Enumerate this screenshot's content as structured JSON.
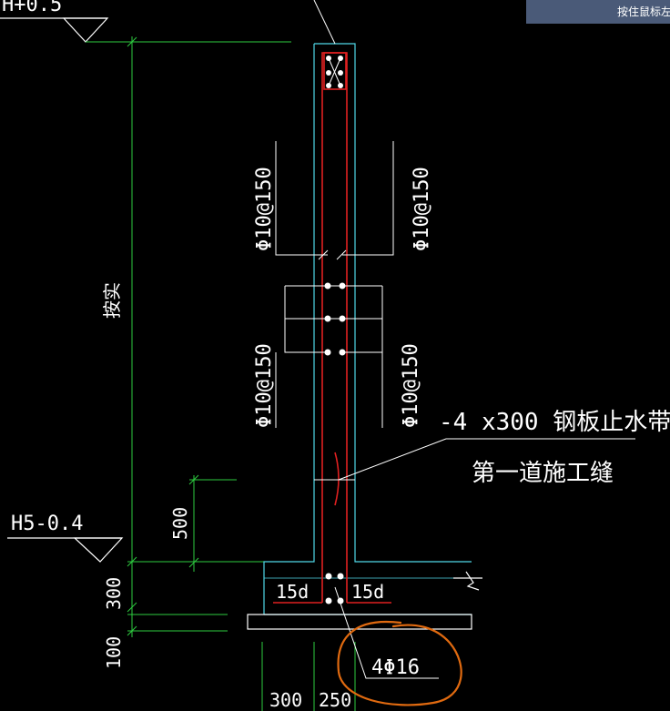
{
  "tooltip": {
    "text": "按住鼠标左"
  },
  "labels": {
    "top_elev": "H+0.5",
    "bottom_elev": "H5-0.4",
    "height_note": "按实",
    "rebar_top_left": "Φ10@150",
    "rebar_top_right": "Φ10@150",
    "rebar_mid_left": "Φ10@150",
    "rebar_mid_right": "Φ10@150",
    "waterstop": "-4 x300 钢板止水带",
    "construction_joint": "第一道施工缝",
    "dim_500": "500",
    "dim_300_v": "300",
    "dim_100_v": "100",
    "anchor_left": "15d",
    "anchor_right": "15d",
    "bottom_bars": "4Φ16",
    "dim_300_h": "300",
    "dim_250_h": "250"
  },
  "colors": {
    "background": "#000000",
    "concrete_outline": "#4fd8e8",
    "rebar": "#e02020",
    "dimension": "#2ecc40",
    "text": "#ffffff",
    "annotation_circle": "#e06a10"
  }
}
